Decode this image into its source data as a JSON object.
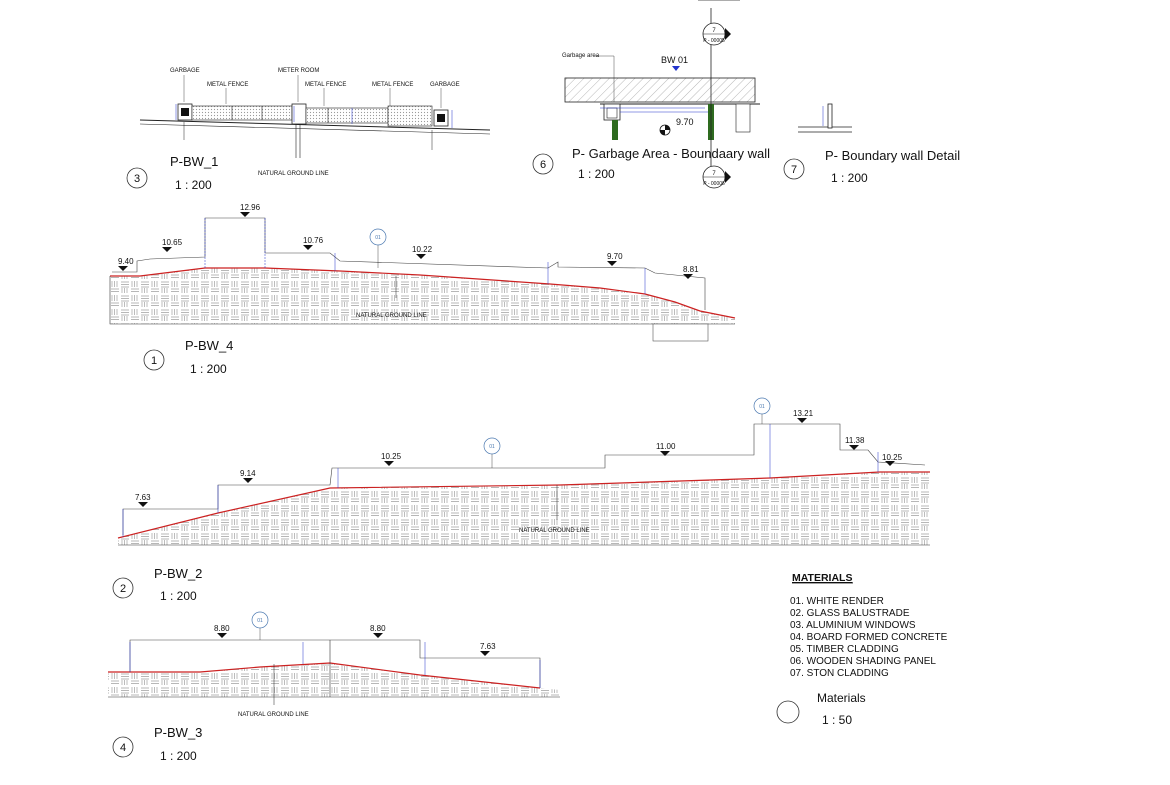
{
  "views": [
    {
      "number": "3",
      "title": "P-BW_1",
      "scale": "1 : 200"
    },
    {
      "number": "6",
      "title": "P- Garbage Area - Boundaary wall",
      "scale": "1 : 200"
    },
    {
      "number": "7",
      "title": "P- Boundary wall Detail",
      "scale": "1 : 200"
    },
    {
      "number": "1",
      "title": "P-BW_4",
      "scale": "1 : 200"
    },
    {
      "number": "2",
      "title": "P-BW_2",
      "scale": "1 : 200"
    },
    {
      "number": "4",
      "title": "P-BW_3",
      "scale": "1 : 200"
    },
    {
      "number": "",
      "title": "Materials",
      "scale": "1 : 50"
    }
  ],
  "bw1_labels": {
    "garbage_left": "GARBAGE",
    "metal_fence_1": "METAL FENCE",
    "meter_room": "METER ROOM",
    "metal_fence_2": "METAL FENCE",
    "metal_fence_3": "METAL FENCE",
    "garbage_right": "GARBAGE",
    "ground": "NATURAL GROUND LINE"
  },
  "garbage_labels": {
    "garbage_area": "Garbage area",
    "bw_tag": "BW 01",
    "level": "9.70",
    "section_top_num": "7",
    "section_top_ref": "P - 00005",
    "section_bot_num": "7",
    "section_bot_ref": "P - 00006"
  },
  "bw4": {
    "levels": [
      "9.40",
      "10.65",
      "12.96",
      "10.76",
      "10.22",
      "9.70",
      "8.81"
    ],
    "tag": "01",
    "ground": "NATURAL GROUND LINE"
  },
  "bw2": {
    "levels": [
      "7.63",
      "9.14",
      "10.25",
      "11.00",
      "13.21",
      "11.38",
      "10.25"
    ],
    "tags": [
      "01",
      "01"
    ],
    "ground": "NATURAL GROUND LINE"
  },
  "bw3": {
    "levels": [
      "8.80",
      "8.80",
      "7.63"
    ],
    "tag": "01",
    "ground": "NATURAL GROUND LINE"
  },
  "materials": {
    "heading": "MATERIALS",
    "items": [
      "01. WHITE RENDER",
      "02. GLASS BALUSTRADE",
      "03. ALUMINIUM WINDOWS",
      "04. BOARD FORMED CONCRETE",
      "05. TIMBER CLADDING",
      "06. WOODEN SHADING PANEL",
      "07. STON CLADDING"
    ]
  },
  "colors": {
    "line": "#222222",
    "ground": "#cc2222",
    "dim": "#2233cc",
    "hatch": "#9a9a9a",
    "green": "#2e6b1f"
  }
}
